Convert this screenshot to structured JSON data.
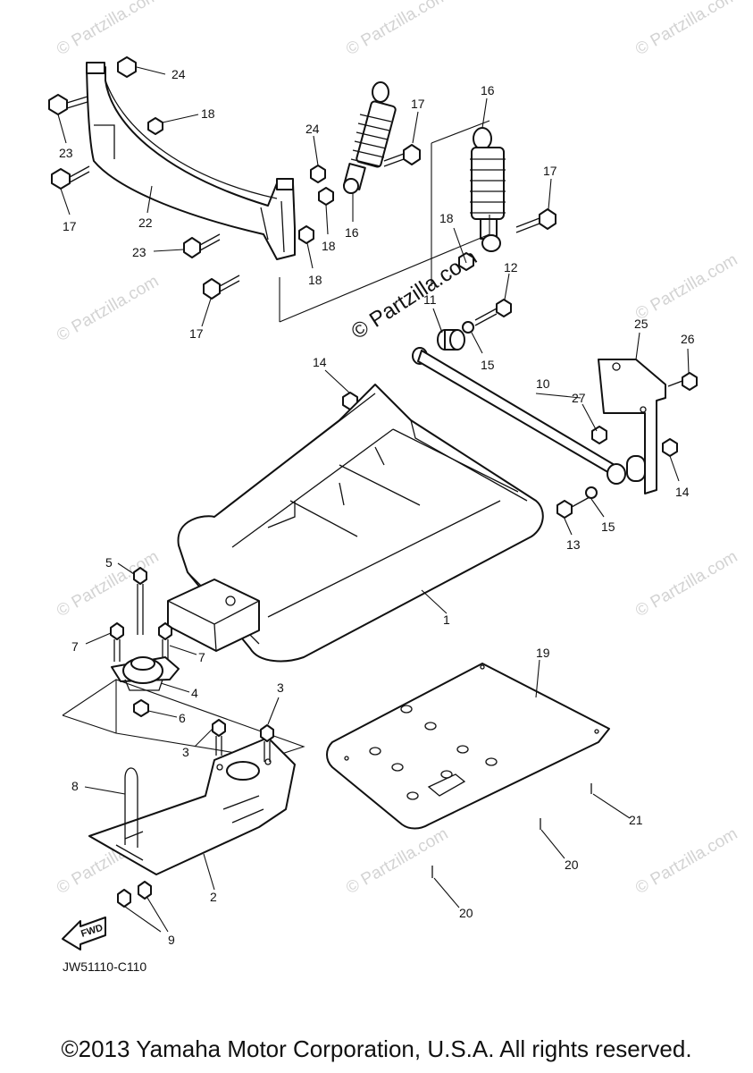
{
  "watermark": "© Partzilla.com",
  "center_watermark": "© Partzilla.com",
  "diagram_code": "JW51110-C110",
  "copyright": "©2013 Yamaha Motor Corporation, U.S.A. All rights reserved.",
  "fwd_label": "FWD",
  "callouts": [
    {
      "key": "c24a",
      "text": "24"
    },
    {
      "key": "c18a",
      "text": "18"
    },
    {
      "key": "c23a",
      "text": "23"
    },
    {
      "key": "c17a",
      "text": "17"
    },
    {
      "key": "c22",
      "text": "22"
    },
    {
      "key": "c23b",
      "text": "23"
    },
    {
      "key": "c17b",
      "text": "17"
    },
    {
      "key": "c24b",
      "text": "24"
    },
    {
      "key": "c18b",
      "text": "18"
    },
    {
      "key": "c18c",
      "text": "18"
    },
    {
      "key": "c16a",
      "text": "16"
    },
    {
      "key": "c17c",
      "text": "17"
    },
    {
      "key": "c16b",
      "text": "16"
    },
    {
      "key": "c17d",
      "text": "17"
    },
    {
      "key": "c18d",
      "text": "18"
    },
    {
      "key": "c12",
      "text": "12"
    },
    {
      "key": "c11",
      "text": "11"
    },
    {
      "key": "c15a",
      "text": "15"
    },
    {
      "key": "c14a",
      "text": "14"
    },
    {
      "key": "c25",
      "text": "25"
    },
    {
      "key": "c26",
      "text": "26"
    },
    {
      "key": "c10",
      "text": "10"
    },
    {
      "key": "c27",
      "text": "27"
    },
    {
      "key": "c14b",
      "text": "14"
    },
    {
      "key": "c13",
      "text": "13"
    },
    {
      "key": "c15b",
      "text": "15"
    },
    {
      "key": "c1",
      "text": "1"
    },
    {
      "key": "c5",
      "text": "5"
    },
    {
      "key": "c7a",
      "text": "7"
    },
    {
      "key": "c7b",
      "text": "7"
    },
    {
      "key": "c4",
      "text": "4"
    },
    {
      "key": "c6",
      "text": "6"
    },
    {
      "key": "c3a",
      "text": "3"
    },
    {
      "key": "c3b",
      "text": "3"
    },
    {
      "key": "c19",
      "text": "19"
    },
    {
      "key": "c8",
      "text": "8"
    },
    {
      "key": "c21",
      "text": "21"
    },
    {
      "key": "c20a",
      "text": "20"
    },
    {
      "key": "c2",
      "text": "2"
    },
    {
      "key": "c20b",
      "text": "20"
    },
    {
      "key": "c9",
      "text": "9"
    }
  ]
}
